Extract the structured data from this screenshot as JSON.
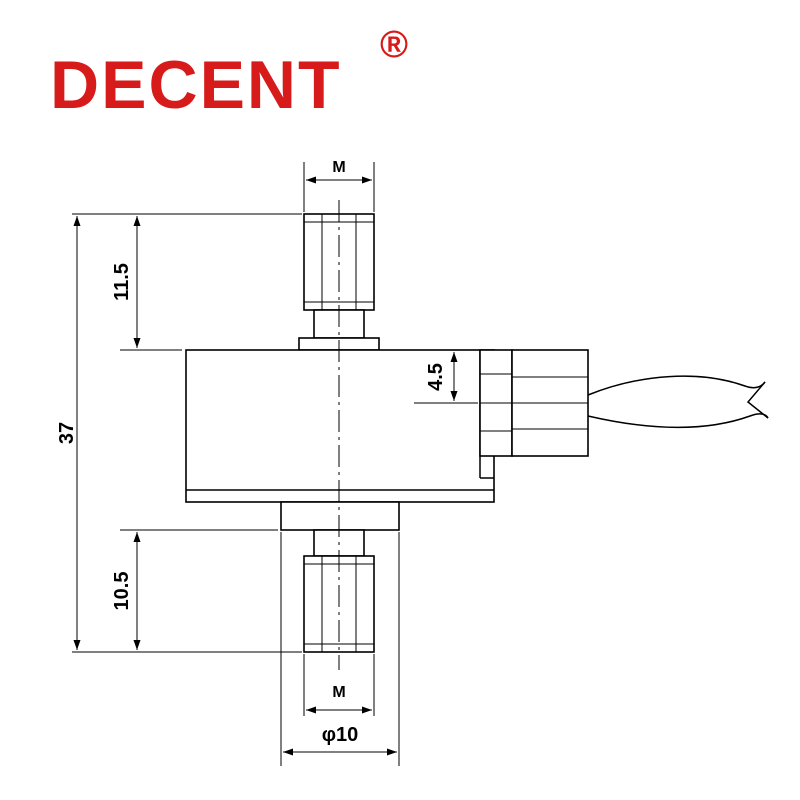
{
  "logo": {
    "text": "DECENT",
    "registered_mark": "®",
    "color": "#d71a1a"
  },
  "dimensions": {
    "top_thread": "M",
    "bottom_thread": "M",
    "top_stud_height": "11.5",
    "bottom_stud_height": "10.5",
    "overall_height": "37",
    "cable_gland_offset": "4.5",
    "bottom_diameter": "φ10"
  }
}
